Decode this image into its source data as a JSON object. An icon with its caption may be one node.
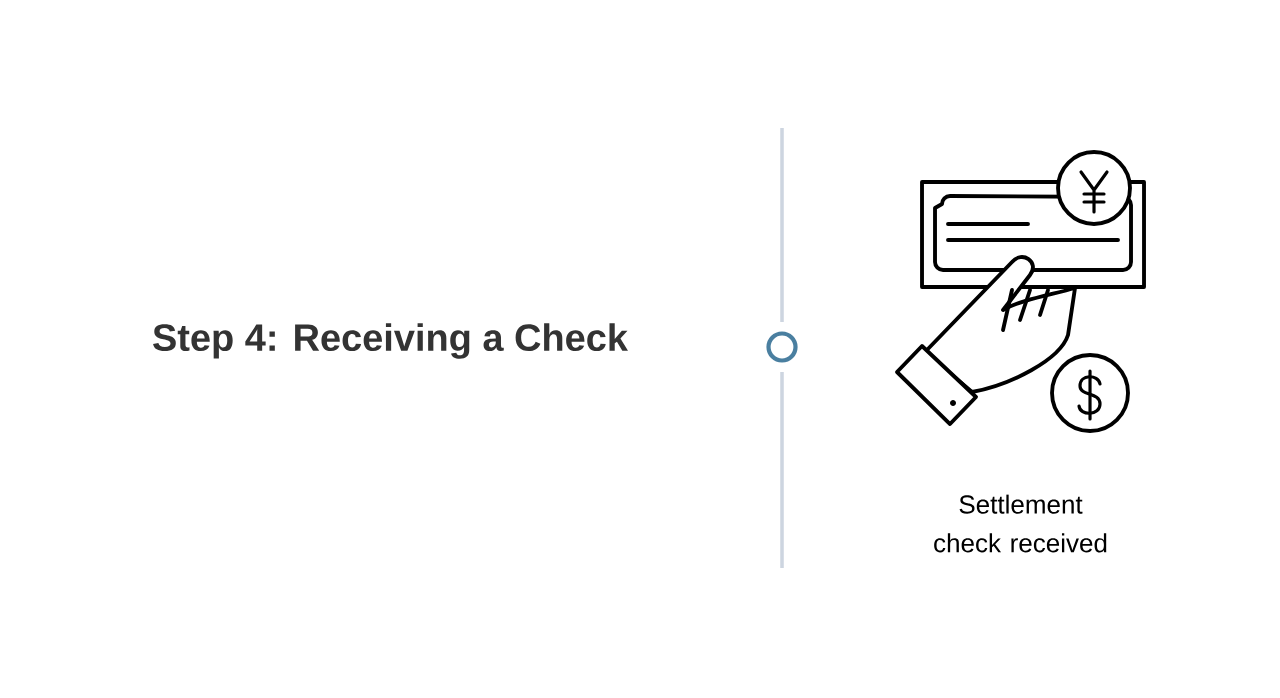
{
  "diagram": {
    "nodes": [
      {
        "text": [
          "Step 4: Receiving a Check"
        ]
      },
      {
        "text": [],
        "shape": "circle"
      },
      {
        "text": [],
        "shape": "picture",
        "beside": [
          "Settlement check received"
        ]
      }
    ]
  }
}
